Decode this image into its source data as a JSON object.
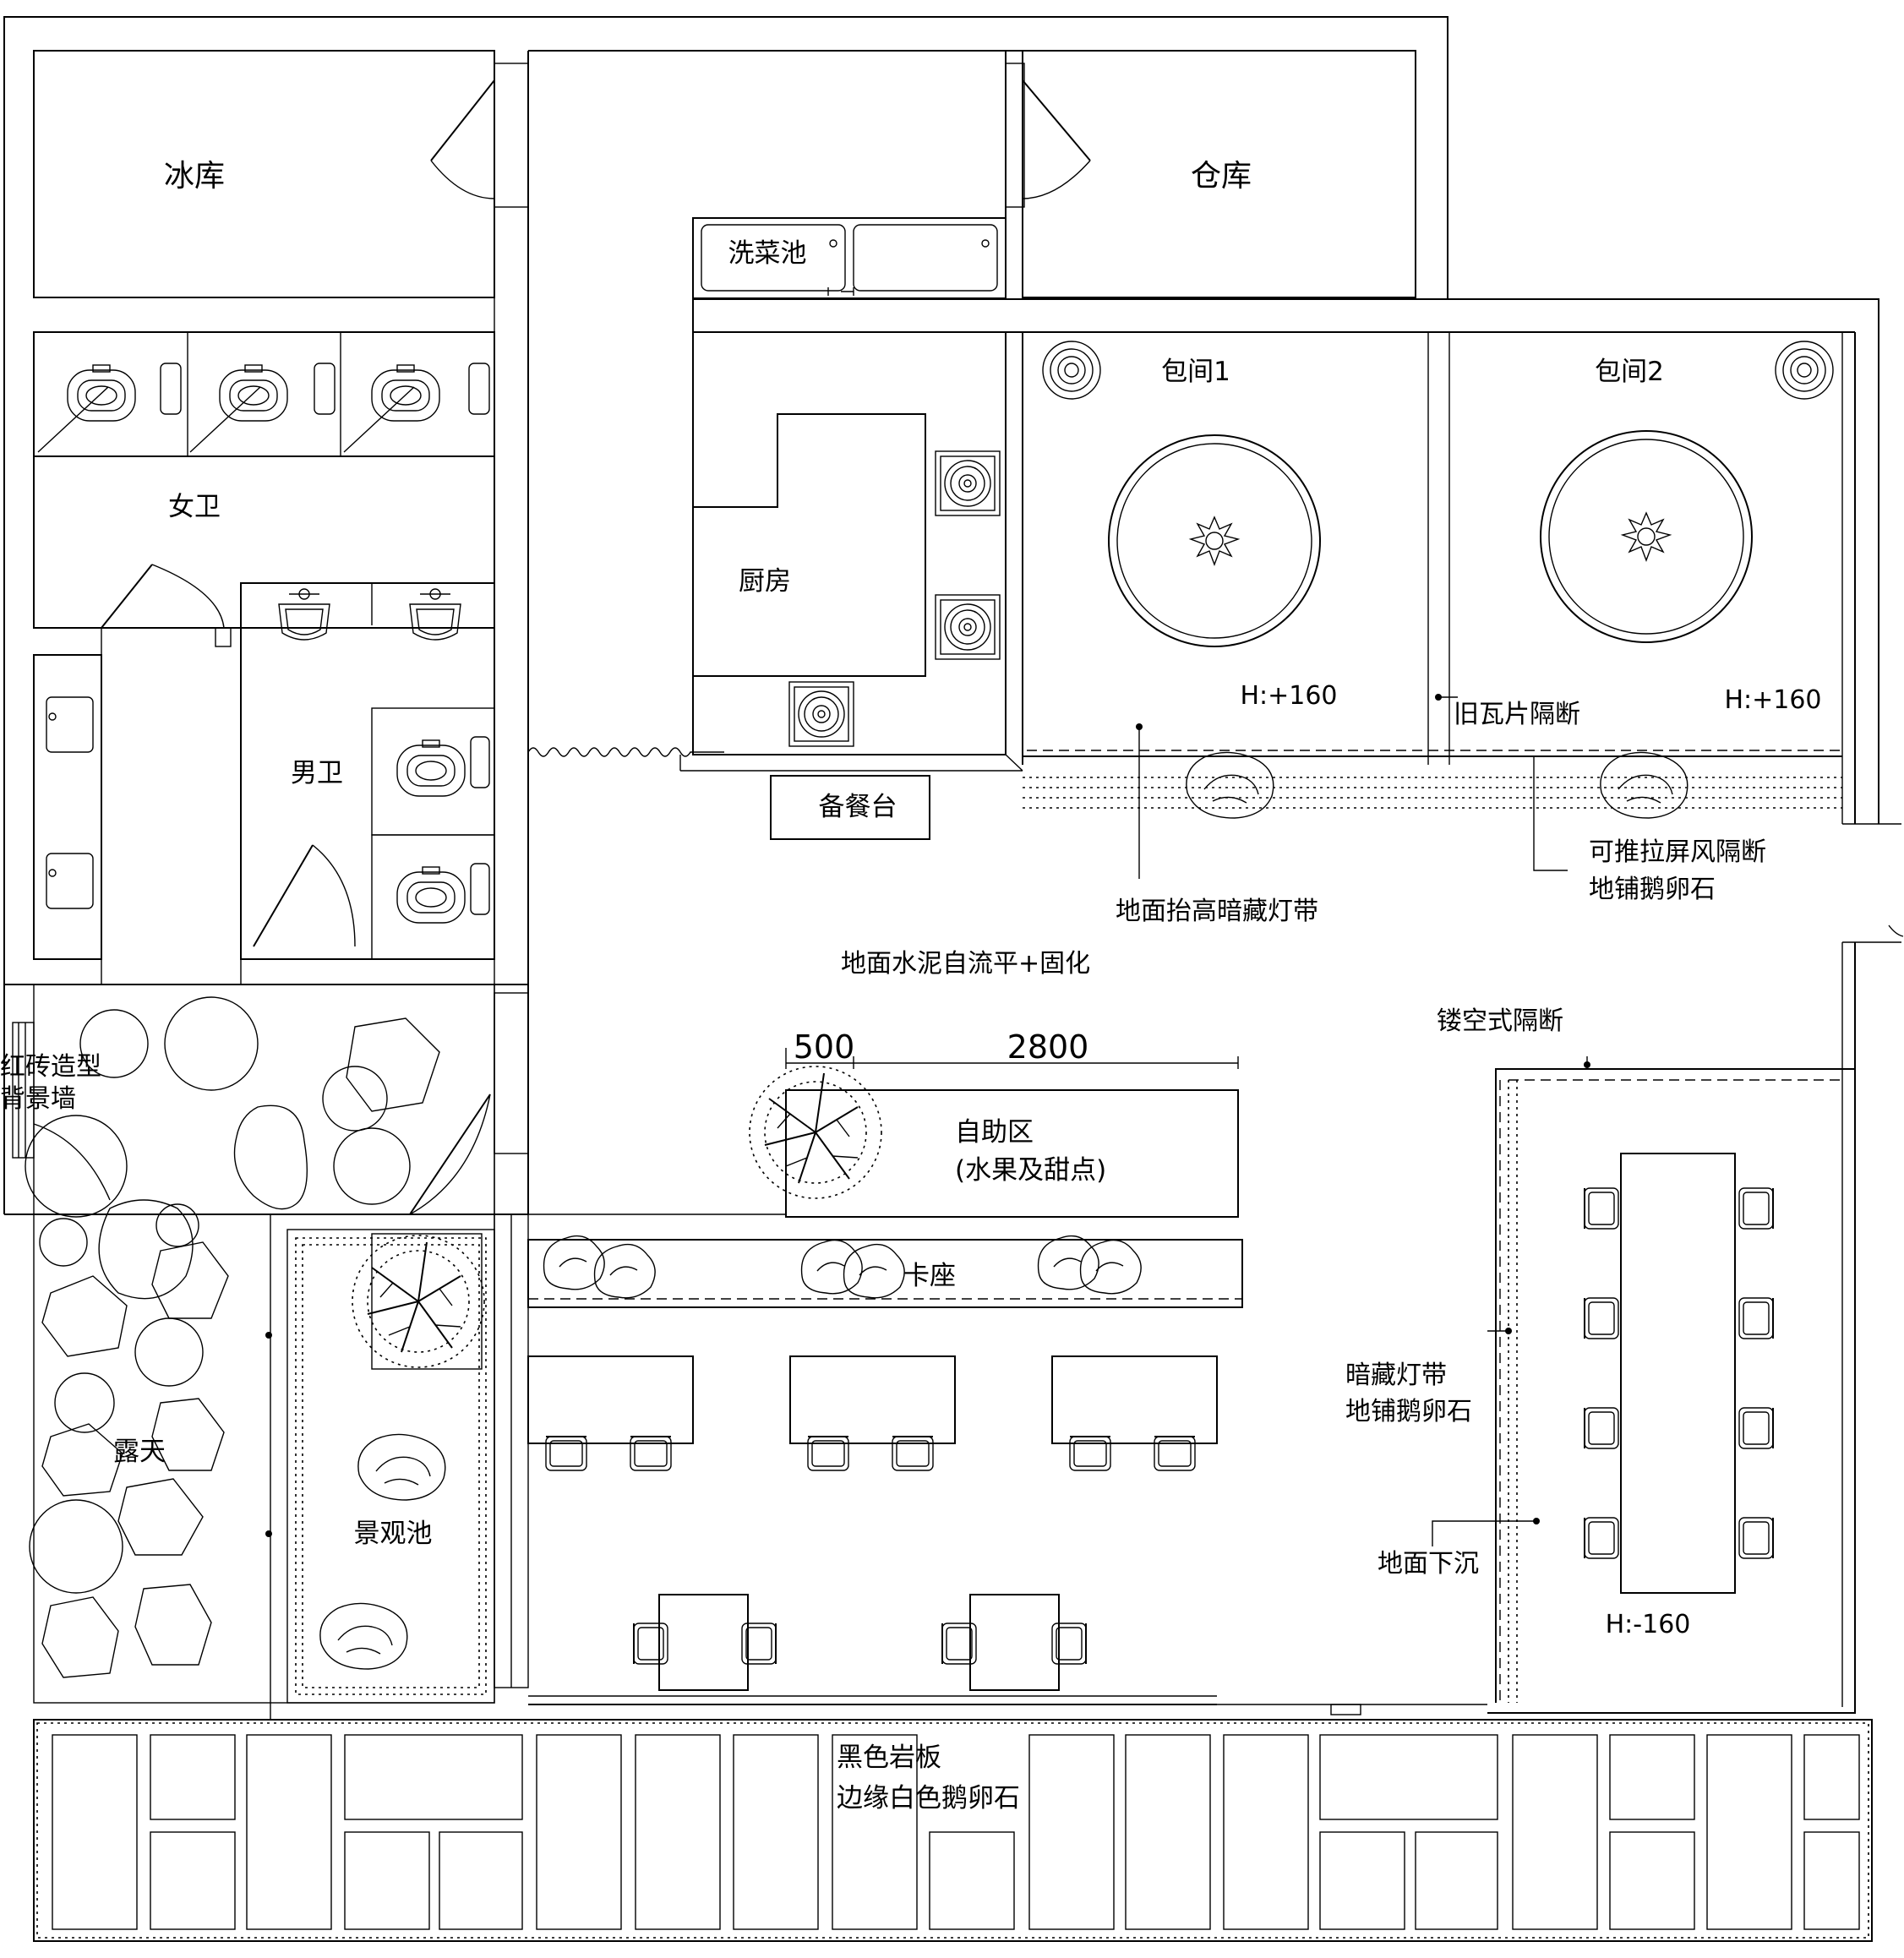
{
  "labels": {
    "cold_storage": "冰库",
    "warehouse": "仓库",
    "wash_sink": "洗菜池",
    "womens_wc": "女卫",
    "mens_wc": "男卫",
    "kitchen": "厨房",
    "serving_counter": "备餐台",
    "private_room_1": "包间1",
    "private_room_2": "包间2",
    "old_tile_partition": "旧瓦片隔断",
    "sliding_screen_1": "可推拉屏风隔断",
    "sliding_screen_2": "地铺鹅卵石",
    "raised_floor_light": "地面抬高暗藏灯带",
    "floor_finish": "地面水泥自流平+固化",
    "hollow_partition": "镂空式隔断",
    "brick_wall_1": "红砖造型",
    "brick_wall_2": "背景墙",
    "self_service_1": "自助区",
    "self_service_2": "(水果及甜点)",
    "booth": "卡座",
    "outdoor": "露天",
    "landscape_pond": "景观池",
    "hidden_light_1": "暗藏灯带",
    "hidden_light_2": "地铺鹅卵石",
    "sunken_floor": "地面下沉",
    "black_slate_1": "黑色岩板",
    "black_slate_2": "边缘白色鹅卵石"
  },
  "levels": {
    "room1": "H:+160",
    "room2": "H:+160",
    "sunken": "H:-160"
  },
  "dimensions": {
    "d500": "500",
    "d2800": "2800"
  }
}
